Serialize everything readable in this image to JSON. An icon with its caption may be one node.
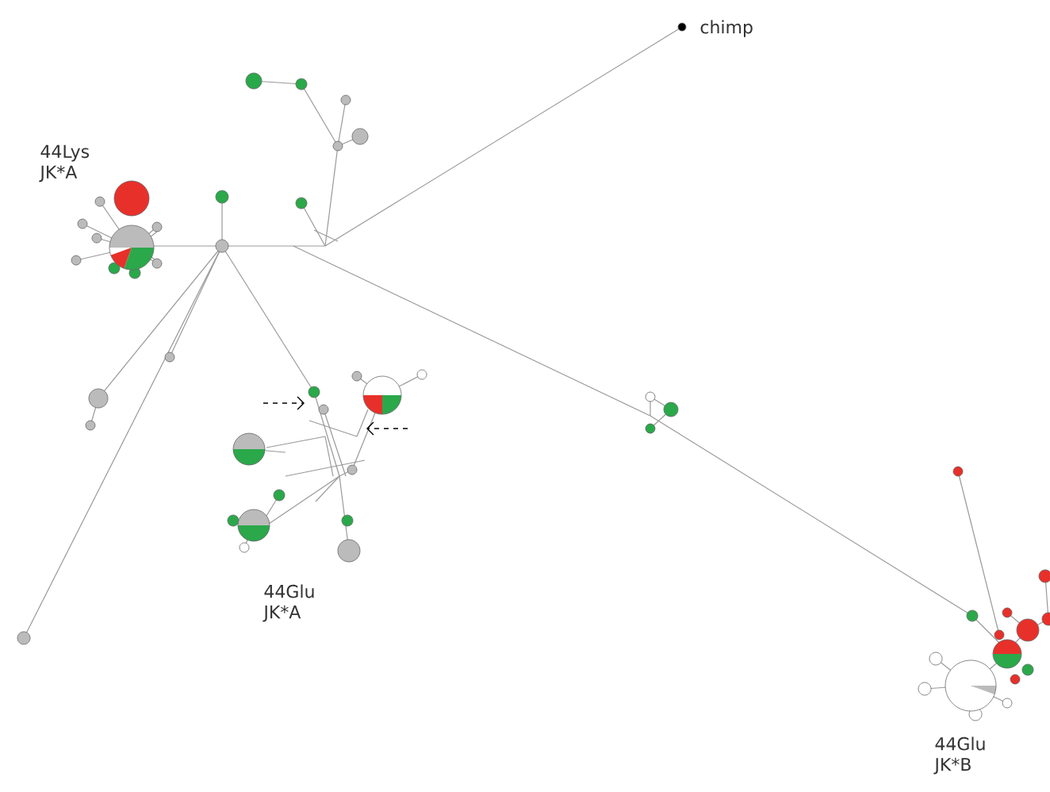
{
  "diagram": {
    "labels": [
      "chimp",
      "44Lys JK*A",
      "44Glu JK*A",
      "44Glu JK*B"
    ]
  }
}
